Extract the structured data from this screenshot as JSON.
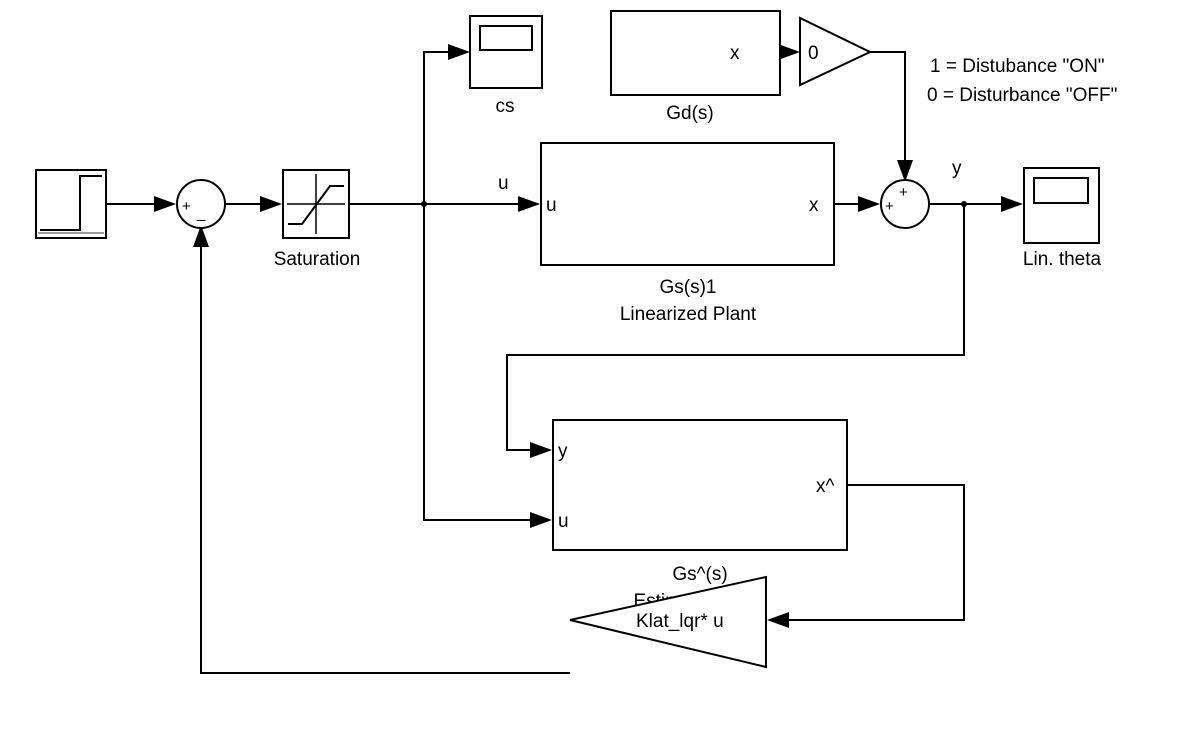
{
  "diagram": {
    "blocks": {
      "step": {
        "label": ""
      },
      "sum1": {
        "signs": [
          "+",
          "_"
        ]
      },
      "saturation": {
        "label": "Saturation"
      },
      "scope_cs": {
        "label": "cs"
      },
      "gd": {
        "label": "Gd(s)",
        "out_port": "x"
      },
      "gain_dist": {
        "value": "0"
      },
      "linear_plant": {
        "label_line1": "Gs(s)1",
        "label_line2": "Linearized Plant",
        "in_port": "u",
        "out_port": "x"
      },
      "sum2": {
        "signs": [
          "+",
          "+"
        ]
      },
      "scope_theta": {
        "label": "Lin. theta"
      },
      "estimated_plant": {
        "label_line1": "Gs^(s)",
        "label_line2": "Estimated Plant",
        "in_port_y": "y",
        "in_port_u": "u",
        "out_port": "x^"
      },
      "gain_k": {
        "label": "Klat_lqr* u"
      }
    },
    "signals": {
      "u": "u",
      "y": "y"
    },
    "annotation": {
      "line1": "1 = Distubance \"ON\"",
      "line2": "0 = Disturbance \"OFF\""
    }
  }
}
